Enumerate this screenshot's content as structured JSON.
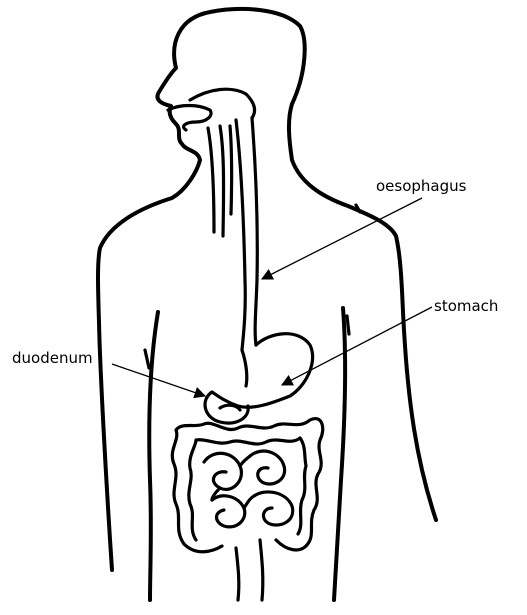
{
  "diagram": {
    "labels": {
      "oesophagus": "oesophagus",
      "stomach": "stomach",
      "duodenum": "duodenum"
    }
  }
}
